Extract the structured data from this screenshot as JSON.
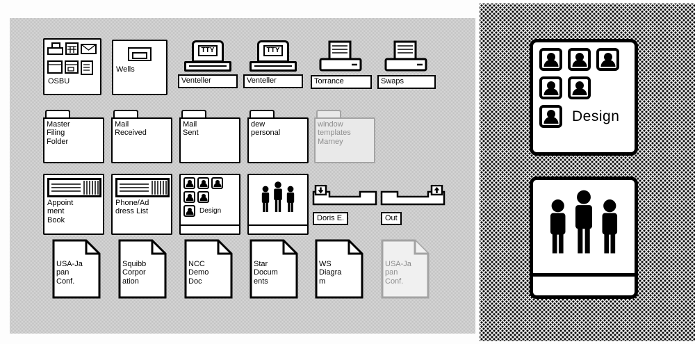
{
  "desktop": {
    "devices": [
      {
        "label": "OSBU"
      },
      {
        "label": "Wells"
      },
      {
        "label": "Venteller",
        "screen_text": "TTY"
      },
      {
        "label": "Venteller",
        "screen_text": "TTY"
      },
      {
        "label": "Torrance"
      },
      {
        "label": "Swaps"
      }
    ],
    "folders": [
      {
        "label": "Master\nFiling\nFolder",
        "ghost": false
      },
      {
        "label": "Mail\nReceived",
        "ghost": false
      },
      {
        "label": "Mail\nSent",
        "ghost": false
      },
      {
        "label": "dew\npersonal",
        "ghost": false
      },
      {
        "label": "window\ntemplates\nMarney",
        "ghost": true
      }
    ],
    "tools": [
      {
        "label": "Appoint\nment\nBook"
      },
      {
        "label": "Phone/Ad\ndress List"
      },
      {
        "label": "Design"
      },
      {
        "label": "Doris E."
      },
      {
        "label": "Out"
      }
    ],
    "documents": [
      {
        "label": "USA-Ja\npan\nConf.",
        "ghost": false
      },
      {
        "label": "Squibb\nCorpor\nation",
        "ghost": false
      },
      {
        "label": "NCC\nDemo\nDoc",
        "ghost": false
      },
      {
        "label": "Star\nDocum\nents",
        "ghost": false
      },
      {
        "label": "WS\nDiagra\nm",
        "ghost": false
      },
      {
        "label": "USA-Ja\npan\nConf.",
        "ghost": true
      }
    ]
  },
  "magnified": {
    "design_label": "Design"
  },
  "colors": {
    "desktop_gray": "#cbcbcb",
    "icon_black": "#000000",
    "ghost_gray": "#a3a3a3",
    "background_white": "#ffffff"
  }
}
